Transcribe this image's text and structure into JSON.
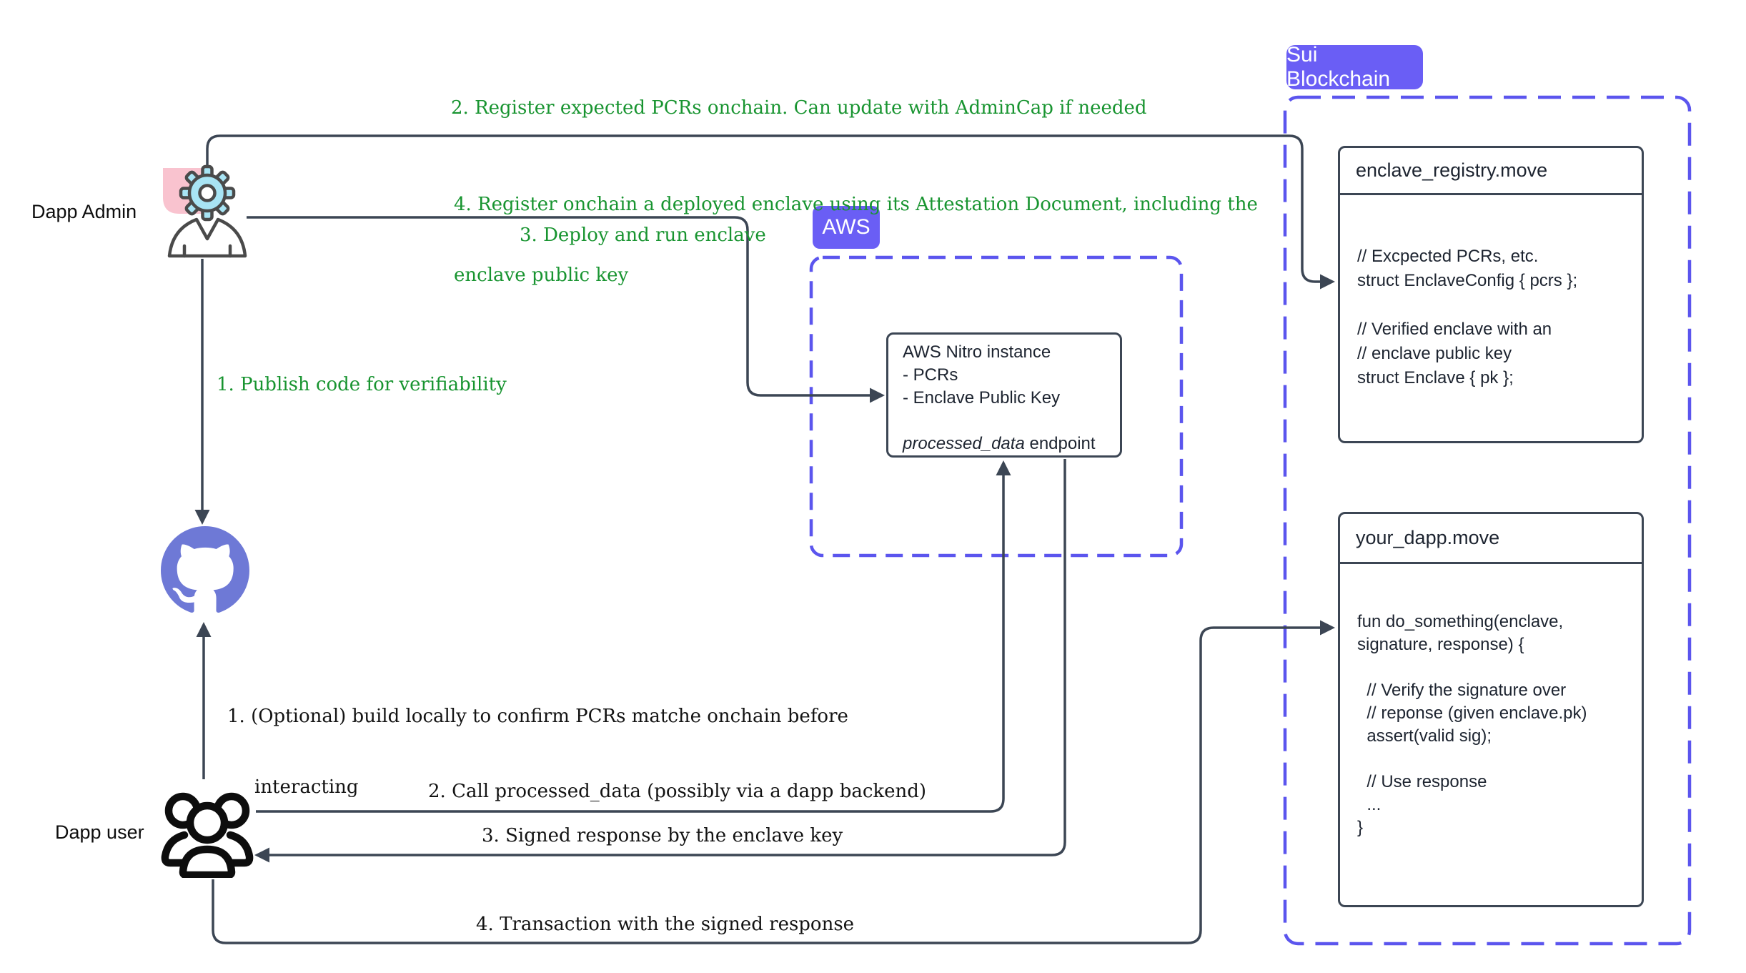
{
  "actors": {
    "admin": {
      "label": "Dapp Admin"
    },
    "user": {
      "label": "Dapp user"
    }
  },
  "badges": {
    "aws": {
      "label": "AWS"
    },
    "sui": {
      "label": "Sui Blockchain"
    }
  },
  "aws_group": {
    "nitro_box": {
      "lines": [
        "AWS Nitro instance",
        "- PCRs",
        "- Enclave Public Key",
        ""
      ],
      "endpoint": {
        "italic": "processed_data",
        "rest": " endpoint"
      }
    }
  },
  "sui_group": {
    "enclave_registry": {
      "title": "enclave_registry.move",
      "code": [
        "// Excpected PCRs, etc.",
        "struct EnclaveConfig { pcrs };",
        "",
        "// Verified enclave with an",
        "// enclave public key",
        "struct Enclave { pk };"
      ]
    },
    "your_dapp": {
      "title": "your_dapp.move",
      "code": [
        "fun do_something(enclave,",
        "signature, response) {",
        "",
        "  // Verify the signature over",
        "  // reponse (given enclave.pk)",
        "  assert(valid sig);",
        "",
        "  // Use response",
        "  ...",
        "}"
      ]
    }
  },
  "annotations": {
    "admin_steps": [
      {
        "text": "1. Publish code for verifiability"
      },
      {
        "text": "2. Register expected PCRs onchain. Can update with AdminCap if needed"
      },
      {
        "text": "3. Deploy and run enclave"
      },
      {
        "lines": [
          "4. Register onchain a deployed enclave using its Attestation Document, including the",
          "enclave public key"
        ]
      }
    ],
    "user_steps": [
      {
        "lines": [
          "1. (Optional) build locally to confirm PCRs matche onchain before",
          "interacting"
        ]
      },
      {
        "text": "2. Call processed_data (possibly via a dapp backend)"
      },
      {
        "text": "3. Signed response by the enclave key"
      },
      {
        "text": "4. Transaction with the signed response"
      }
    ]
  },
  "colors": {
    "accent_purple": "#6a5ef5",
    "dash_purple": "#5b55ee",
    "line_dark": "#3c4654",
    "annotation_green": "#189430",
    "annotation_black": "#131313",
    "pink": "#f9c3cf",
    "gear_cyan": "#a8e4f4",
    "github_purple": "#6e79d6"
  }
}
